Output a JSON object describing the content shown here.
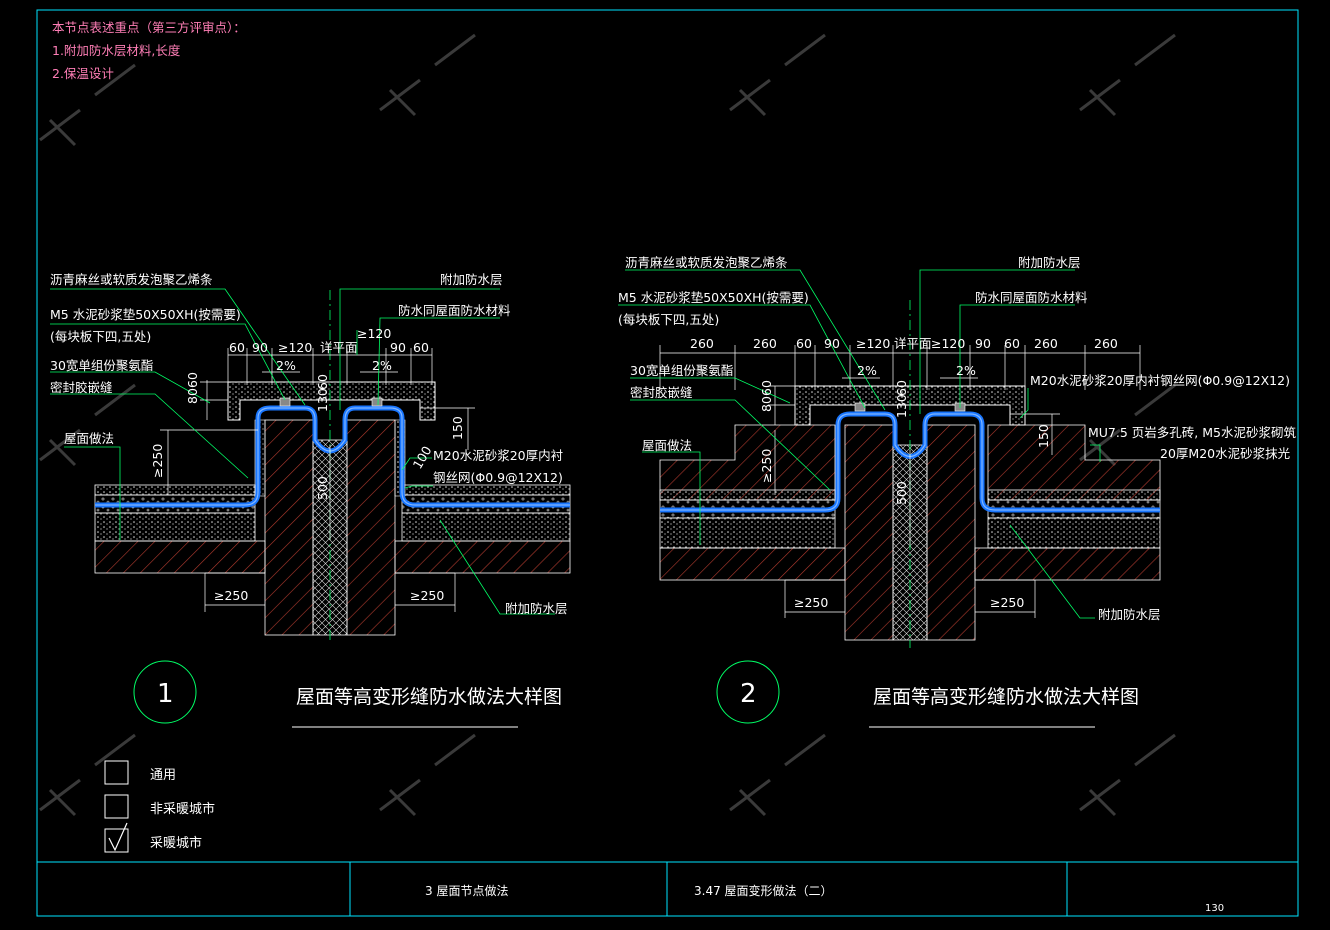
{
  "notes": {
    "heading": "本节点表述重点（第三方评审点）：",
    "item1": "1.附加防水层材料,长度",
    "item2": "2.保温设计"
  },
  "detail1": {
    "number": "1",
    "title": "屋面等高变形缝防水做法大样图",
    "labels": {
      "asphalt": "沥青麻丝或软质发泡聚乙烯条",
      "m5": "M5 水泥砂浆垫50X50XH(按需要)",
      "m5_sub": "(每块板下四,五处)",
      "pu": "30宽单组份聚氨酯",
      "sealant": "密封胶嵌缝",
      "roof": "屋面做法",
      "extra_top": "附加防水层",
      "same": "防水同屋面防水材料",
      "m20a": "M20水泥砂浆20厚内衬",
      "m20b": "钢丝网(Φ0.9@12X12)",
      "extra_bottom": "附加防水层"
    },
    "dims": {
      "d60a": "60",
      "d90a": "90",
      "ge120a": "≥120",
      "level": "详平面",
      "d90b": "90",
      "d60b": "60",
      "ge120b": "≥120",
      "slope1": "2%",
      "slope2": "2%",
      "v80": "80",
      "v60": "60",
      "v130": "130",
      "v60b": "60",
      "v150": "150",
      "v250": "≥250",
      "v500": "500",
      "v100": "100",
      "h250a": "≥250",
      "h250b": "≥250"
    }
  },
  "detail2": {
    "number": "2",
    "title": "屋面等高变形缝防水做法大样图",
    "labels": {
      "asphalt": "沥青麻丝或软质发泡聚乙烯条",
      "extra_top": "附加防水层",
      "m5": "M5 水泥砂浆垫50X50XH(按需要)",
      "same": "防水同屋面防水材料",
      "m5_sub": "(每块板下四,五处)",
      "pu": "30宽单组份聚氨酯",
      "sealant": "密封胶嵌缝",
      "roof": "屋面做法",
      "m20": "M20水泥砂浆20厚内衬钢丝网(Φ0.9@12X12)",
      "mu75": "MU7.5 页岩多孔砖, M5水泥砂浆砌筑",
      "plaster": "20厚M20水泥砂浆抹光",
      "extra_bottom": "附加防水层"
    },
    "dims": {
      "d260a": "260",
      "d260b": "260",
      "d60a": "60",
      "d90a": "90",
      "ge120a": "≥120",
      "level": "详平面",
      "ge120b": "≥120",
      "d90b": "90",
      "d60b": "60",
      "d260c": "260",
      "d260d": "260",
      "slope1": "2%",
      "slope2": "2%",
      "v80": "80",
      "v60": "60",
      "v130": "130",
      "v60b": "60",
      "v150": "150",
      "v250": "≥250",
      "v500": "500",
      "h250a": "≥250",
      "h250b": "≥250"
    }
  },
  "legend": {
    "opt1": "通用",
    "opt2": "非采暖城市",
    "opt3": "采暖城市",
    "checked": 3
  },
  "footer": {
    "section": "3  屋面节点做法",
    "page_title": "3.47  屋面变形做法（二）",
    "page_number": "130"
  },
  "colors": {
    "frame": "#00e5ff",
    "line": "#ffffff",
    "leader": "#00ff66",
    "waterproof": "#1976ff",
    "hatch": "#c0392b",
    "notes": "#ff7eb6"
  }
}
